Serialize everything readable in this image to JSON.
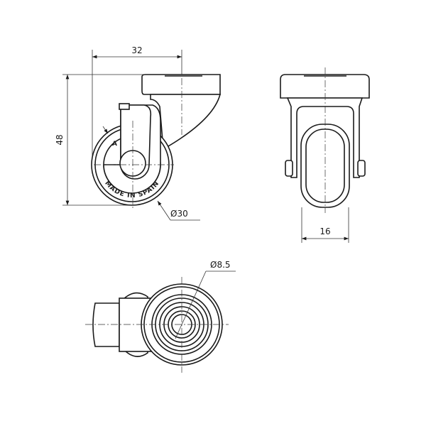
{
  "dimensions": {
    "width_32": "32",
    "height_48": "48",
    "wheel_diameter": "Ø30",
    "wheel_width": "16",
    "bore_diameter": "Ø8.5"
  },
  "wheel_markings": {
    "made_in": "MADE IN SPAIN",
    "letter": "A"
  }
}
